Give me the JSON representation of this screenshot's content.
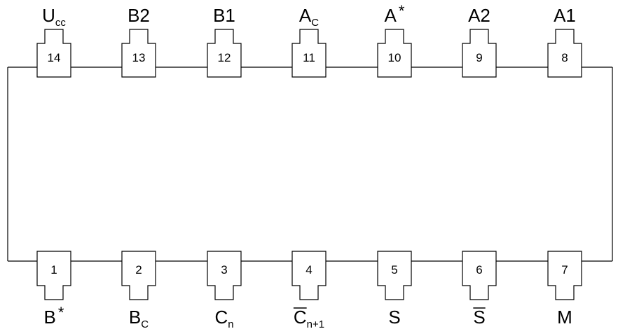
{
  "top_pins": [
    {
      "number": "14",
      "label": "U",
      "sub": "cc",
      "sup": "",
      "overline": false
    },
    {
      "number": "13",
      "label": "B2",
      "sub": "",
      "sup": "",
      "overline": false
    },
    {
      "number": "12",
      "label": "B1",
      "sub": "",
      "sup": "",
      "overline": false
    },
    {
      "number": "11",
      "label": "A",
      "sub": "C",
      "sup": "",
      "overline": false
    },
    {
      "number": "10",
      "label": "A",
      "sub": "",
      "sup": "*",
      "overline": false
    },
    {
      "number": "9",
      "label": "A2",
      "sub": "",
      "sup": "",
      "overline": false
    },
    {
      "number": "8",
      "label": "A1",
      "sub": "",
      "sup": "",
      "overline": false
    }
  ],
  "bottom_pins": [
    {
      "number": "1",
      "label": "B",
      "sub": "",
      "sup": "*",
      "overline": false
    },
    {
      "number": "2",
      "label": "B",
      "sub": "C",
      "sup": "",
      "overline": false
    },
    {
      "number": "3",
      "label": "C",
      "sub": "n",
      "sup": "",
      "overline": false
    },
    {
      "number": "4",
      "label": "C",
      "sub": "n+1",
      "sup": "",
      "overline": true
    },
    {
      "number": "5",
      "label": "S",
      "sub": "",
      "sup": "",
      "overline": false
    },
    {
      "number": "6",
      "label": "S",
      "sub": "",
      "sup": "",
      "overline": true
    },
    {
      "number": "7",
      "label": "M",
      "sub": "",
      "sup": "",
      "overline": false
    }
  ]
}
